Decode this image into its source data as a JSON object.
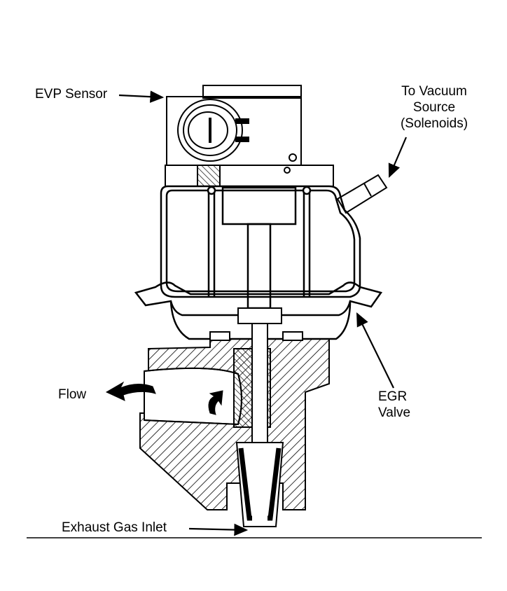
{
  "labels": {
    "evp_sensor": "EVP Sensor",
    "vacuum_line1": "To Vacuum",
    "vacuum_line2": "Source",
    "vacuum_line3": "(Solenoids)",
    "flow": "Flow",
    "egr_line1": "EGR",
    "egr_line2": "Valve",
    "exhaust_inlet": "Exhaust Gas Inlet"
  },
  "colors": {
    "ink": "#000000",
    "paper": "#ffffff"
  }
}
